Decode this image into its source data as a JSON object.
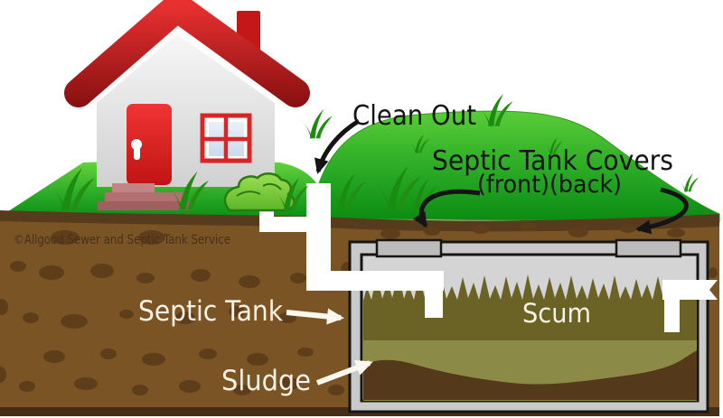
{
  "diagram": {
    "labels": {
      "clean_out": "Clean Out",
      "covers_title": "Septic Tank Covers",
      "covers_subtitle": "(front)(back)",
      "septic_tank": "Septic Tank",
      "scum": "Scum",
      "sludge": "Sludge"
    },
    "copyright": "©Allgood Sewer and Septic Tank Service",
    "colors": {
      "grass_light": "#5dd039",
      "grass_dark": "#0a8c12",
      "dirt": "#7b5426",
      "dirt_rocks": "#5e3d1b",
      "dirt_top_band": "#563b1d",
      "dirt_bottom_band": "#452e15",
      "scum": "#6b6226",
      "effluent": "#8b8b47",
      "sludge": "#543a1b",
      "tank_frame": "#c9c9c9",
      "tank_interior": "#d4d4d4",
      "tank_cover": "#bcbcbc",
      "roof_red": "#b51414",
      "house_wall": "#e6e6e6",
      "door_red": "#e02424",
      "steps_rose": "#b27070",
      "bush_green": "#7ccb3d",
      "pipe_white": "#ffffff",
      "label_black": "#141414",
      "label_white": "#f7f2e4",
      "copyright_brown": "#46311a"
    }
  }
}
